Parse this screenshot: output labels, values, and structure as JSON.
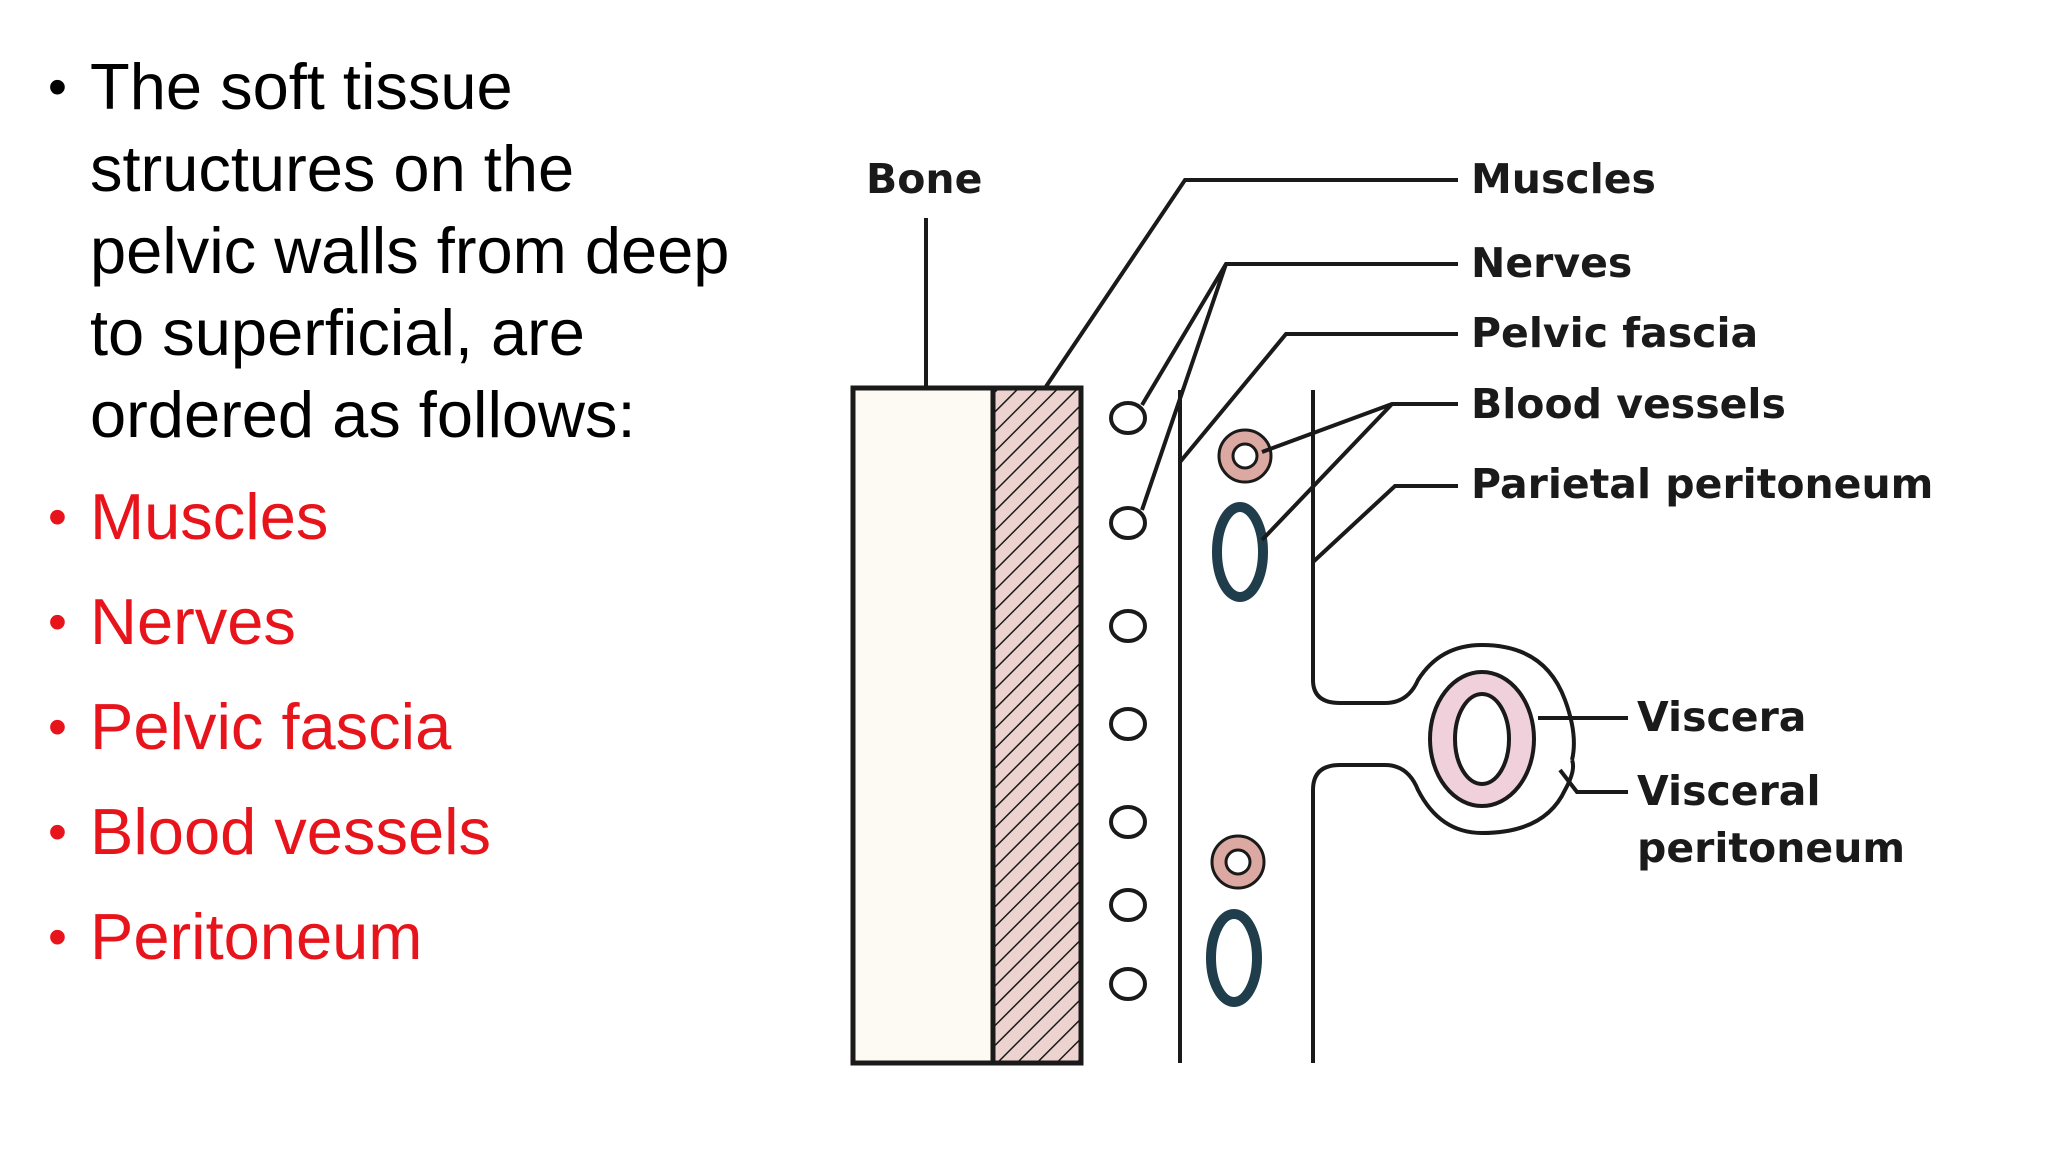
{
  "intro": "The soft tissue structures on the pelvic walls from deep to superficial, are ordered as follows:",
  "bullet_char": "•",
  "items": [
    "Muscles",
    "Nerves",
    "Pelvic fascia",
    "Blood vessels",
    "Peritoneum"
  ],
  "diagram_labels": {
    "bone": "Bone",
    "muscles": "Muscles",
    "nerves": "Nerves",
    "pelvic_fascia": "Pelvic fascia",
    "blood_vessels": "Blood vessels",
    "parietal_peritoneum": "Parietal peritoneum",
    "viscera": "Viscera",
    "visceral_peritoneum_line1": "Visceral",
    "visceral_peritoneum_line2": "peritoneum"
  },
  "colors": {
    "bullet_text": "#000000",
    "item_text": "#e8141b",
    "bone_fill": "#fdfaf3",
    "muscle_fill": "#ecd3cf",
    "artery_fill": "#dba9a2",
    "vein_stroke": "#1f3d4a",
    "viscera_fill": "#efd0db"
  }
}
